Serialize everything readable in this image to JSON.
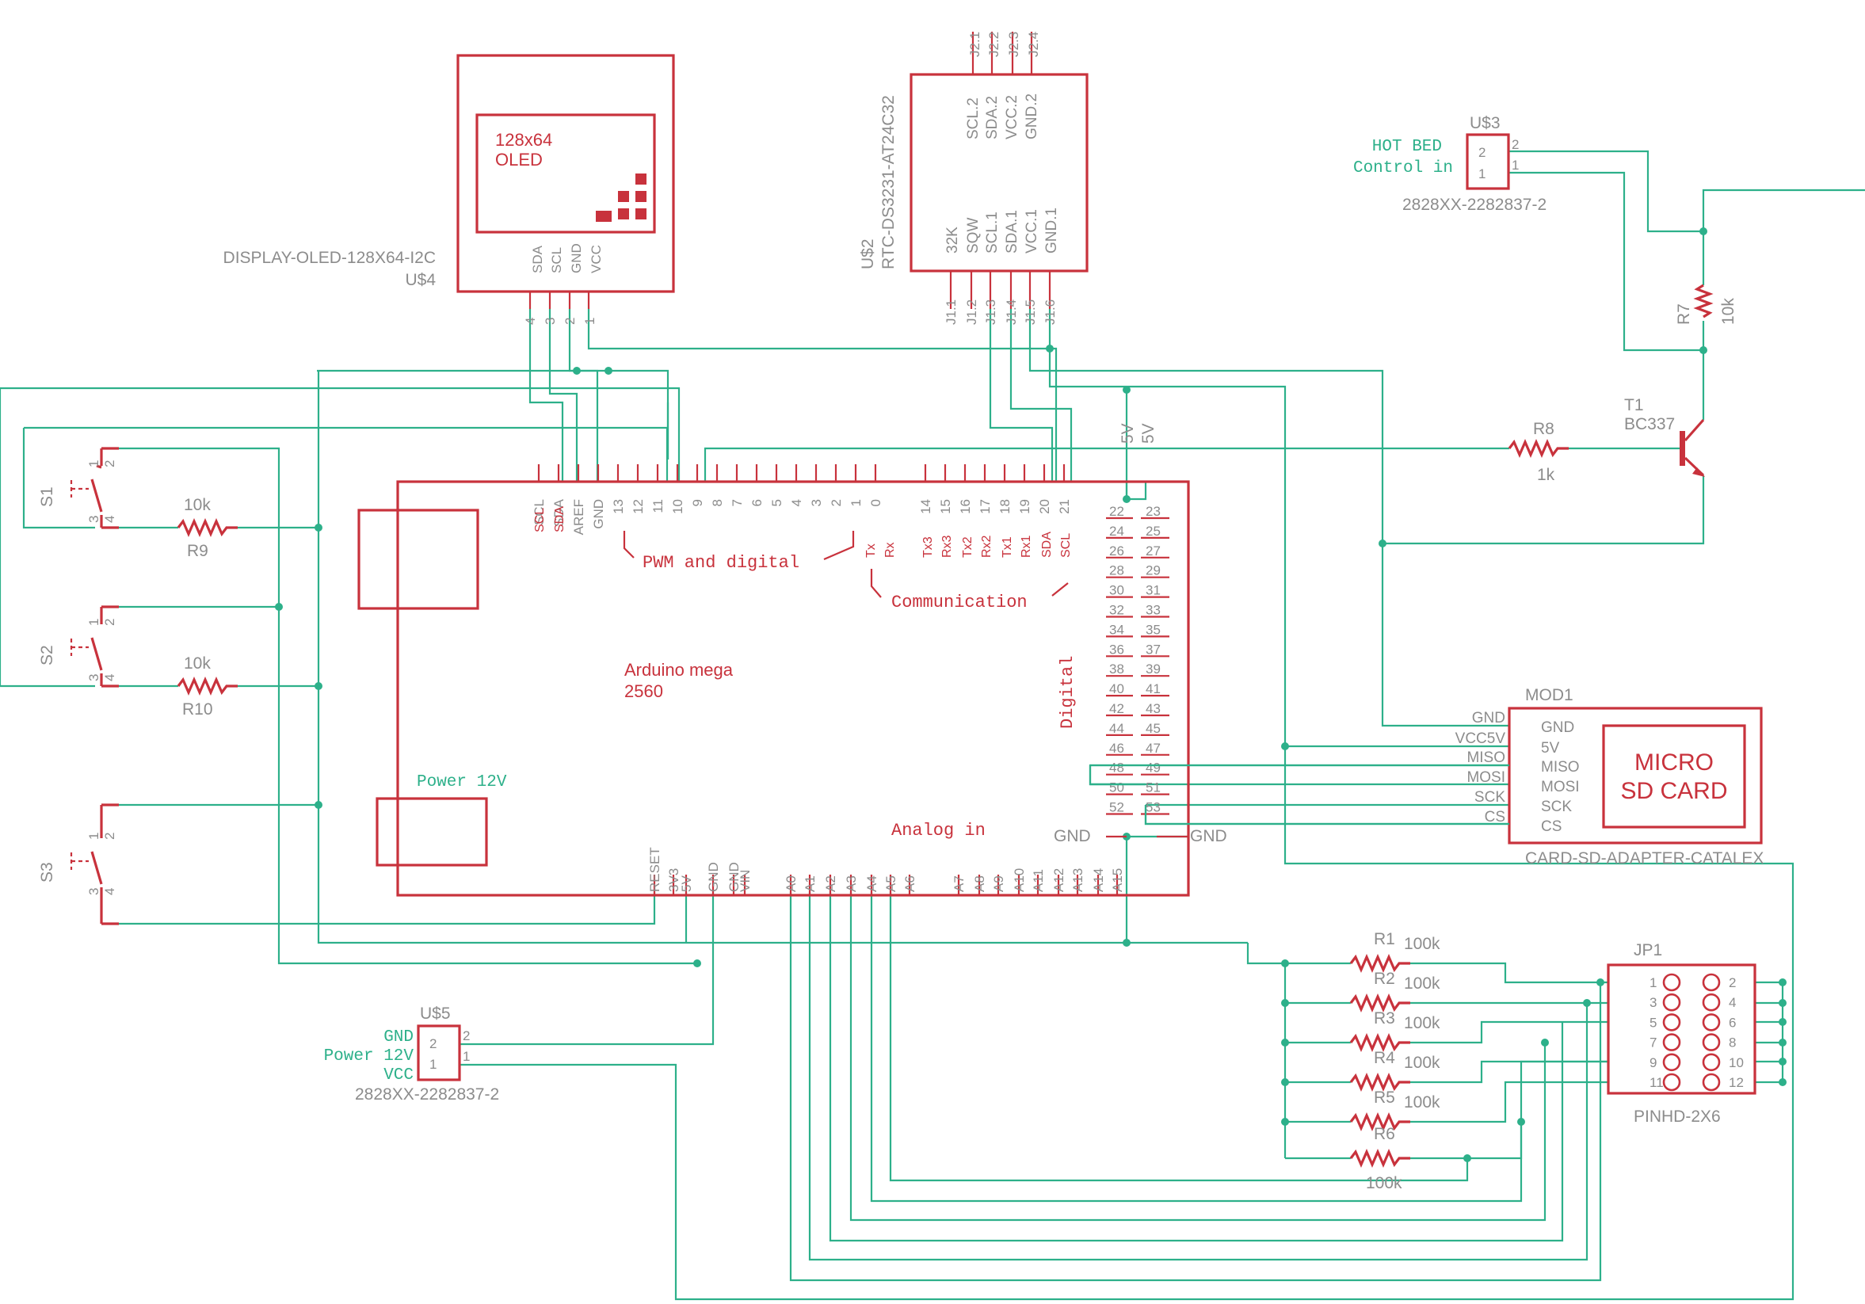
{
  "colors": {
    "wire": "#2db08a",
    "part": "#c8323c",
    "label": "#8c8c8c"
  },
  "oled": {
    "name": "DISPLAY-OLED-128X64-I2C",
    "ref": "U$4",
    "text": [
      "128x64",
      "OLED"
    ],
    "pins": [
      "SDA",
      "SCL",
      "GND",
      "VCC"
    ],
    "pin_numbers": [
      "4",
      "3",
      "2",
      "1"
    ]
  },
  "rtc": {
    "ref": "U$2",
    "name": "RTC-DS3231-AT24C32",
    "top_pins": [
      "SCL.2",
      "SDA.2",
      "VCC.2",
      "GND.2"
    ],
    "top_labels": [
      "J2.1",
      "J2.2",
      "J2.3",
      "J2.4"
    ],
    "bottom_pins": [
      "32K",
      "SQW",
      "SCL.1",
      "SDA.1",
      "VCC.1",
      "GND.1"
    ],
    "bottom_labels": [
      "J1.1",
      "J1.2",
      "J1.3",
      "J1.4",
      "J1.5",
      "J1.6"
    ]
  },
  "hotbed": {
    "label": [
      "HOT BED",
      "Control in"
    ],
    "ref": "U$3",
    "pins": [
      "2",
      "1"
    ],
    "part": "2828XX-2282837-2"
  },
  "r7": {
    "name": "R7",
    "value": "10k"
  },
  "r8": {
    "name": "R8",
    "value": "1k"
  },
  "t1": {
    "name": "T1",
    "value": "BC337"
  },
  "switches": [
    {
      "name": "S1",
      "pins": [
        "1",
        "2",
        "3",
        "4"
      ]
    },
    {
      "name": "S2",
      "pins": [
        "1",
        "2",
        "3",
        "4"
      ]
    },
    {
      "name": "S3",
      "pins": [
        "1",
        "2",
        "3",
        "4"
      ]
    }
  ],
  "r9": {
    "name": "R9",
    "value": "10k"
  },
  "r10": {
    "name": "R10",
    "value": "10k"
  },
  "arduino": {
    "title": [
      "Arduino mega",
      "2560"
    ],
    "power_label": "Power 12V",
    "pwm_label": "PWM and digital",
    "comm_label": "Communication",
    "digital_label": "Digital",
    "analog_label": "Analog in",
    "gnd_label": "GND",
    "top_left_pins": [
      "SCL",
      "SDA",
      "AREF",
      "GND",
      "13",
      "12",
      "11",
      "10",
      "9",
      "8",
      "7",
      "6",
      "5",
      "4",
      "3",
      "2",
      "1",
      "0",
      "14",
      "15",
      "16",
      "17",
      "18",
      "19",
      "20",
      "21"
    ],
    "top_inner_labels": [
      "SCL",
      "SDA"
    ],
    "comm_inner": [
      "Tx",
      "Rx",
      "Tx3",
      "Rx3",
      "Tx2",
      "Rx2",
      "Tx1",
      "Rx1",
      "SDA",
      "SCL"
    ],
    "fivev": [
      "5V",
      "5V"
    ],
    "right_left_col": [
      "22",
      "24",
      "26",
      "28",
      "30",
      "32",
      "34",
      "36",
      "38",
      "40",
      "42",
      "44",
      "46",
      "48",
      "50",
      "52"
    ],
    "right_right_col": [
      "23",
      "25",
      "27",
      "29",
      "31",
      "33",
      "35",
      "37",
      "39",
      "41",
      "43",
      "45",
      "47",
      "49",
      "51",
      "53"
    ],
    "bottom_pins": [
      "RESET",
      "3V3",
      "5V",
      "GND",
      "GND",
      "VIN",
      "A0",
      "A1",
      "A2",
      "A3",
      "A4",
      "A5",
      "A6",
      "A7",
      "A8",
      "A9",
      "A10",
      "A11",
      "A12",
      "A13",
      "A14",
      "A15"
    ]
  },
  "sdcard": {
    "ref": "MOD1",
    "name": "CARD-SD-ADAPTER-CATALEX",
    "text": [
      "MICRO",
      "SD CARD"
    ],
    "pins": [
      "GND",
      "5V",
      "MISO",
      "MOSI",
      "SCK",
      "CS"
    ],
    "nets": [
      "GND",
      "VCC5V",
      "MISO",
      "MOSI",
      "SCK",
      "CS"
    ]
  },
  "power": {
    "ref": "U$5",
    "labels": [
      "GND",
      "Power 12V",
      "VCC"
    ],
    "pins": [
      "2",
      "1"
    ],
    "part": "2828XX-2282837-2"
  },
  "resistors": [
    {
      "name": "R1",
      "value": "100k"
    },
    {
      "name": "R2",
      "value": "100k"
    },
    {
      "name": "R3",
      "value": "100k"
    },
    {
      "name": "R4",
      "value": "100k"
    },
    {
      "name": "R5",
      "value": "100k"
    },
    {
      "name": "R6",
      "value": "100k"
    }
  ],
  "jp1": {
    "ref": "JP1",
    "name": "PINHD-2X6",
    "left_pins": [
      "1",
      "3",
      "5",
      "7",
      "9",
      "11"
    ],
    "right_pins": [
      "2",
      "4",
      "6",
      "8",
      "10",
      "12"
    ]
  }
}
